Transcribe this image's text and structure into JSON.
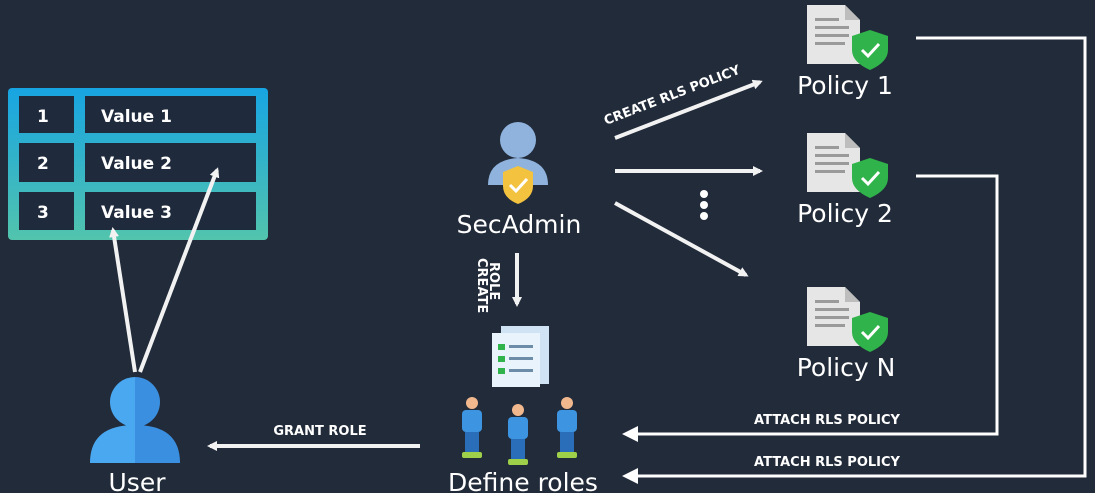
{
  "table": {
    "rows": [
      {
        "id": "1",
        "value": "Value 1"
      },
      {
        "id": "2",
        "value": "Value 2"
      },
      {
        "id": "3",
        "value": "Value 3"
      }
    ]
  },
  "nodes": {
    "secadmin": "SecAdmin",
    "policy_1": "Policy 1",
    "policy_2": "Policy 2",
    "policy_n": "Policy N",
    "define_roles": "Define roles",
    "user": "User"
  },
  "edges": {
    "create_rls_policy": "CREATE RLS POLICY",
    "create_role_line1": "CREATE",
    "create_role_line2": "ROLE",
    "grant_role": "GRANT ROLE",
    "attach_rls_policy_1": "ATTACH RLS POLICY",
    "attach_rls_policy_2": "ATTACH RLS POLICY"
  },
  "colors": {
    "background": "#222b3a",
    "table_gradient_top": "#19a7df",
    "table_gradient_bottom": "#4fc3b2",
    "shield_green": "#2fb34a",
    "person_blue": "#3d94e0"
  }
}
